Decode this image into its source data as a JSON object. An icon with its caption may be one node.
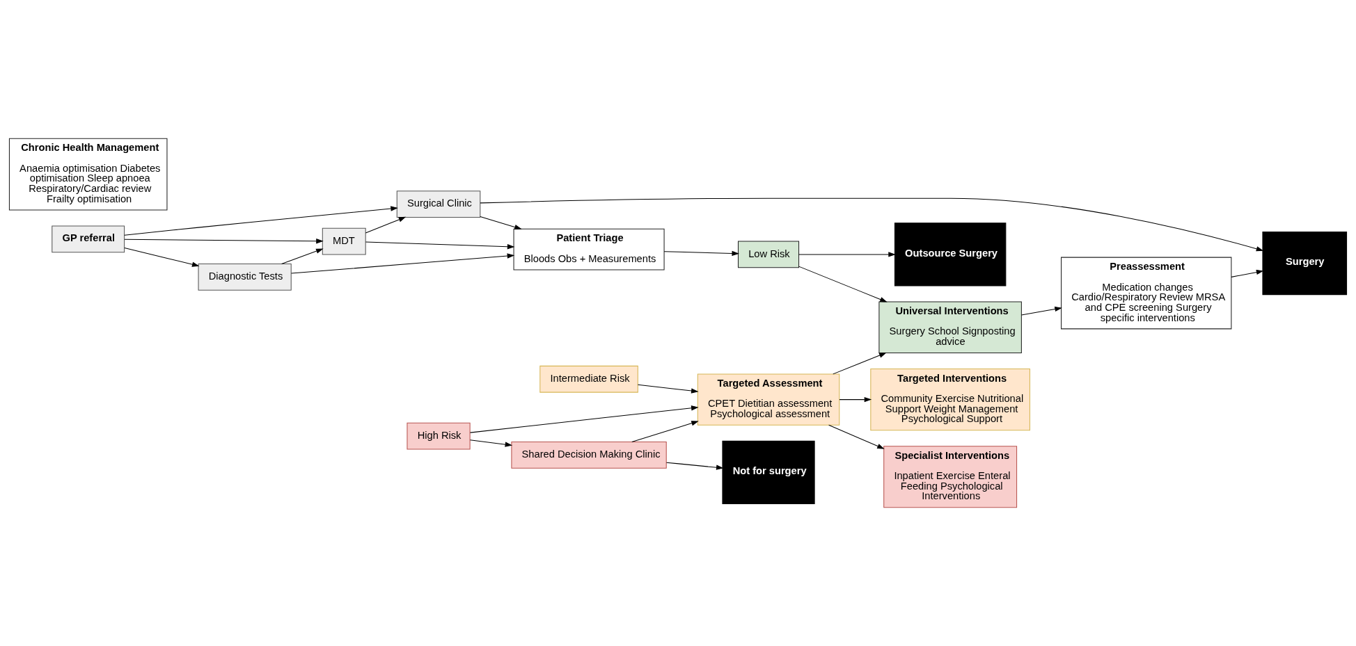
{
  "diagram": {
    "nodes": [
      {
        "text": [
          "GP referral"
        ]
      },
      {
        "text": [
          "Diagnostic Tests"
        ]
      },
      {
        "text": [
          "MDT"
        ]
      },
      {
        "text": [
          "Surgical Clinic"
        ]
      },
      {
        "text": [
          "Patient Triage",
          "Bloods Obs + Measurements"
        ]
      },
      {
        "text": [
          "Low Risk"
        ]
      },
      {
        "text": [
          "Intermediate Risk"
        ]
      },
      {
        "text": [
          "High Risk"
        ]
      },
      {
        "text": [
          "Shared Decision Making Clinic"
        ]
      },
      {
        "text": [
          "Targeted Assessment",
          "CPET Dietitian assessment Psychological assessment"
        ]
      },
      {
        "text": [
          "Chronic Health Management",
          "Anaemia optimisation Diabetes optimisation Sleep apnoea Respiratory/Cardiac review Frailty optimisation"
        ]
      },
      {
        "text": [
          "Universal Interventions",
          "Surgery School Signposting advice"
        ]
      },
      {
        "text": [
          "Targeted Interventions",
          "Community Exercise Nutritional Support Weight Management Psychological Support"
        ]
      },
      {
        "text": [
          "Specialist Interventions",
          "Inpatient Exercise Enteral Feeding Psychological Interventions"
        ]
      },
      {
        "text": [
          "Preassessment",
          "Medication changes Cardio/Respiratory Review MRSA and CPE screening Surgery specific interventions"
        ]
      },
      {
        "text": [
          "Outsource Surgery"
        ]
      },
      {
        "text": [
          "Not for surgery"
        ]
      },
      {
        "text": [
          "Surgery"
        ]
      }
    ],
    "edges": [
      {
        "from": 0,
        "to": 1,
        "arrow": "to"
      },
      {
        "from": 0,
        "to": 2,
        "arrow": "to"
      },
      {
        "from": 0,
        "to": 3,
        "arrow": "to"
      },
      {
        "from": 1,
        "to": 2,
        "arrow": "to"
      },
      {
        "from": 2,
        "to": 3,
        "arrow": "to"
      },
      {
        "from": 1,
        "to": 4,
        "arrow": "to"
      },
      {
        "from": 2,
        "to": 4,
        "arrow": "to"
      },
      {
        "from": 3,
        "to": 4,
        "arrow": "to"
      },
      {
        "from": 3,
        "to": 17,
        "arrow": "to"
      },
      {
        "from": 4,
        "to": 5,
        "arrow": "to"
      },
      {
        "from": 5,
        "to": 15,
        "arrow": "to"
      },
      {
        "from": 5,
        "to": 11,
        "arrow": "to"
      },
      {
        "from": 6,
        "to": 9,
        "arrow": "to"
      },
      {
        "from": 7,
        "to": 9,
        "arrow": "to"
      },
      {
        "from": 7,
        "to": 8,
        "arrow": "to"
      },
      {
        "from": 8,
        "to": 16,
        "arrow": "to"
      },
      {
        "from": 8,
        "to": 9,
        "arrow": "to"
      },
      {
        "from": 9,
        "to": 11,
        "arrow": "to"
      },
      {
        "from": 9,
        "to": 12,
        "arrow": "to"
      },
      {
        "from": 9,
        "to": 13,
        "arrow": "to"
      },
      {
        "from": 11,
        "to": 14,
        "arrow": "to"
      },
      {
        "from": 14,
        "to": 17,
        "arrow": "to"
      }
    ]
  }
}
